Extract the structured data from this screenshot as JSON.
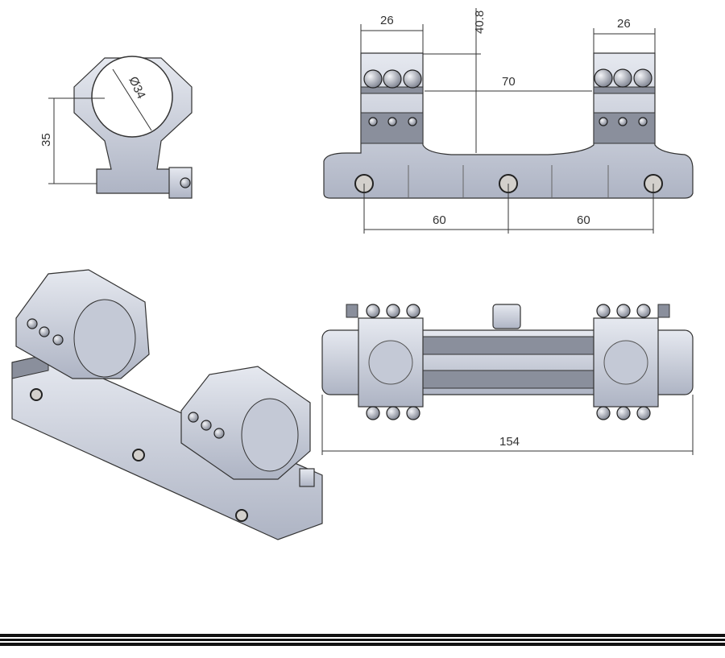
{
  "drawing": {
    "front_view": {
      "diameter_label": "Ø34",
      "height_label": "35"
    },
    "side_view": {
      "ring_width_left": "26",
      "ring_width_right": "26",
      "center_height": "40.8",
      "ring_gap": "70",
      "pin_spacing_left": "60",
      "pin_spacing_right": "60"
    },
    "top_view": {
      "overall_length": "154"
    }
  },
  "colors": {
    "metal": "#c9cedb",
    "line": "#333333",
    "footer_band": "#111111"
  }
}
